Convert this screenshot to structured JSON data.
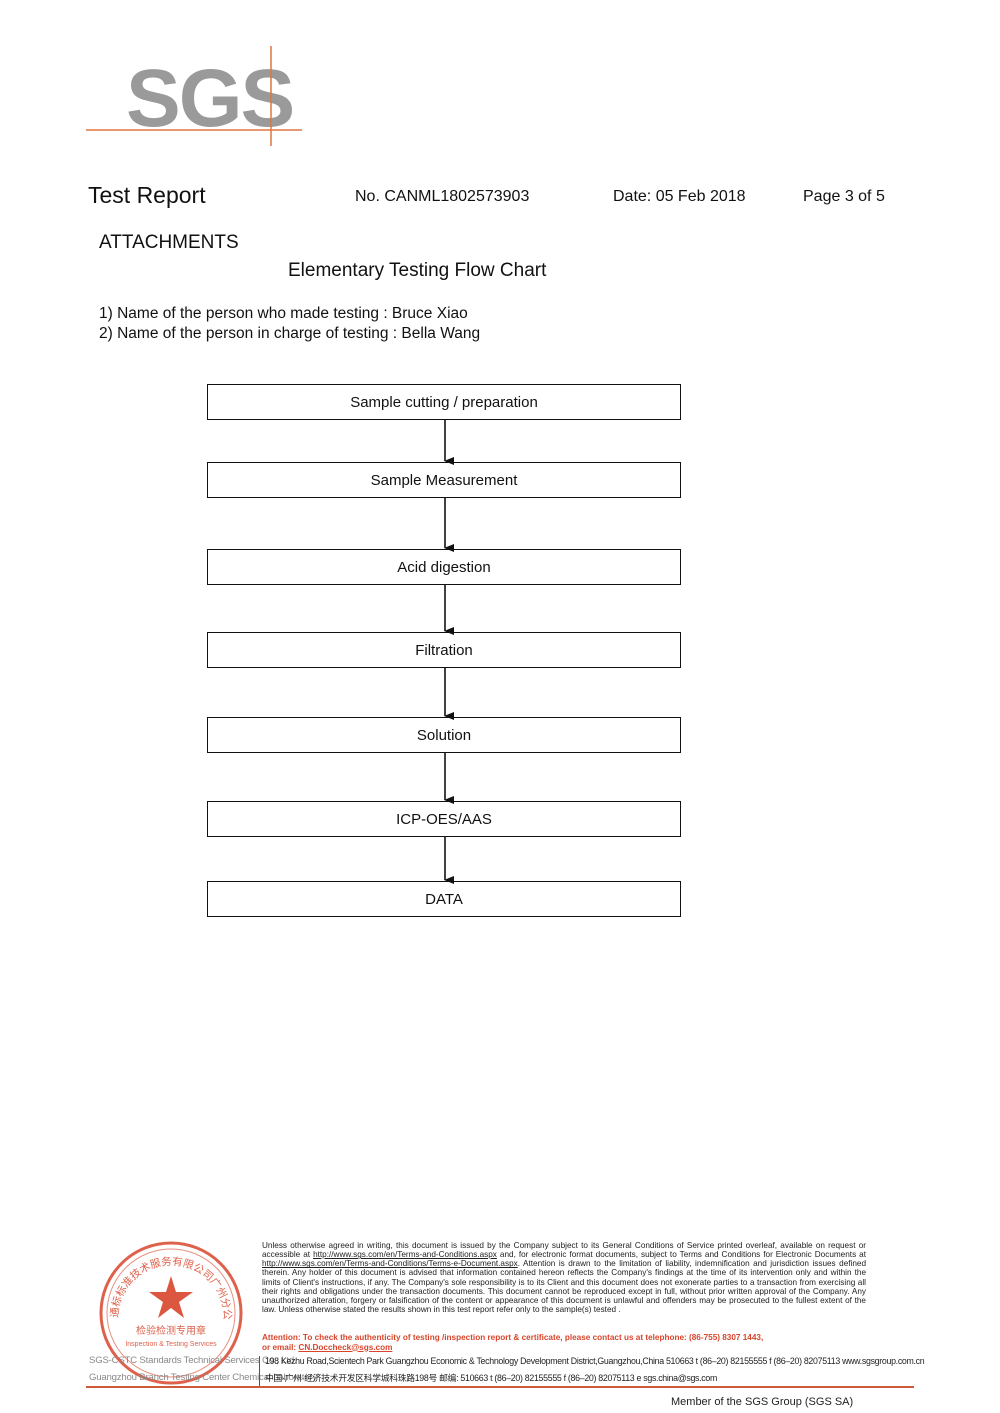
{
  "logo": {
    "text": "SGS",
    "color": "#9a9a9a",
    "line_color": "#e0763e"
  },
  "header": {
    "title": "Test Report",
    "number": "No. CANML1802573903",
    "date": "Date: 05 Feb 2018",
    "page": "Page 3 of 5"
  },
  "section": {
    "heading": "ATTACHMENTS",
    "chart_title": "Elementary Testing Flow Chart"
  },
  "persons": {
    "line1": "1) Name of the person who made testing : Bruce Xiao",
    "line2": "2) Name of the person in charge of testing : Bella Wang"
  },
  "flow": {
    "steps": [
      "Sample cutting / preparation",
      "Sample Measurement",
      "Acid digestion",
      "Filtration",
      "Solution",
      "ICP-OES/AAS",
      "DATA"
    ]
  },
  "footer": {
    "terms_part1": "Unless otherwise agreed in writing, this document is issued by the Company subject to its General Conditions of Service printed overleaf, available on request or accessible at ",
    "terms_link1": "http://www.sgs.com/en/Terms-and-Conditions.aspx",
    "terms_part2": " and, for electronic format documents, subject to Terms and Conditions for Electronic Documents at ",
    "terms_link2": "http://www.sgs.com/en/Terms-and-Conditions/Terms-e-Document.aspx",
    "terms_part3": ". Attention is drawn to the limitation of liability, indemnification and jurisdiction issues defined therein. Any holder of this document is advised that information contained hereon reflects the Company's findings at the time of its intervention only and within the limits of Client's instructions, if any. The Company's sole responsibility is to its Client and this document does not exonerate parties to a transaction from exercising all their rights and obligations under the transaction documents. This document cannot be reproduced except in full, without prior written approval of the Company. Any unauthorized alteration, forgery or falsification of the content or appearance of this document is unlawful and offenders may be prosecuted to the fullest extent of the law. Unless otherwise stated the results shown in this test report refer only to the sample(s) tested .",
    "attention": "Attention: To check the authenticity of testing /inspection report & certificate, please contact us at telephone: (86-755) 8307 1443,",
    "email_prefix": "or email: ",
    "email": "CN.Doccheck@sgs.com",
    "company_line1": "SGS-CSTC Standards Technical Services Co., Ltd.",
    "company_line2": "Guangzhou Branch Testing Center Chemical Laboratory",
    "address_line1": "198 Kezhu Road,Scientech Park Guangzhou Economic & Technology Development District,Guangzhou,China  510663   t (86–20) 82155555   f (86–20) 82075113   www.sgsgroup.com.cn",
    "address_line2": "中国·广州·经济技术开发区科学城科珠路198号                    邮编: 510663   t (86–20) 82155555   f (86–20) 82075113   e  sgs.china@sgs.com",
    "member": "Member of the SGS Group (SGS SA)",
    "stamp_text_top": "通标标准技术服务有限公司广州分公司",
    "stamp_text_mid": "检验检测专用章",
    "stamp_text_bottom": "Inspection & Testing Services",
    "stamp_color": "#d8452b"
  }
}
